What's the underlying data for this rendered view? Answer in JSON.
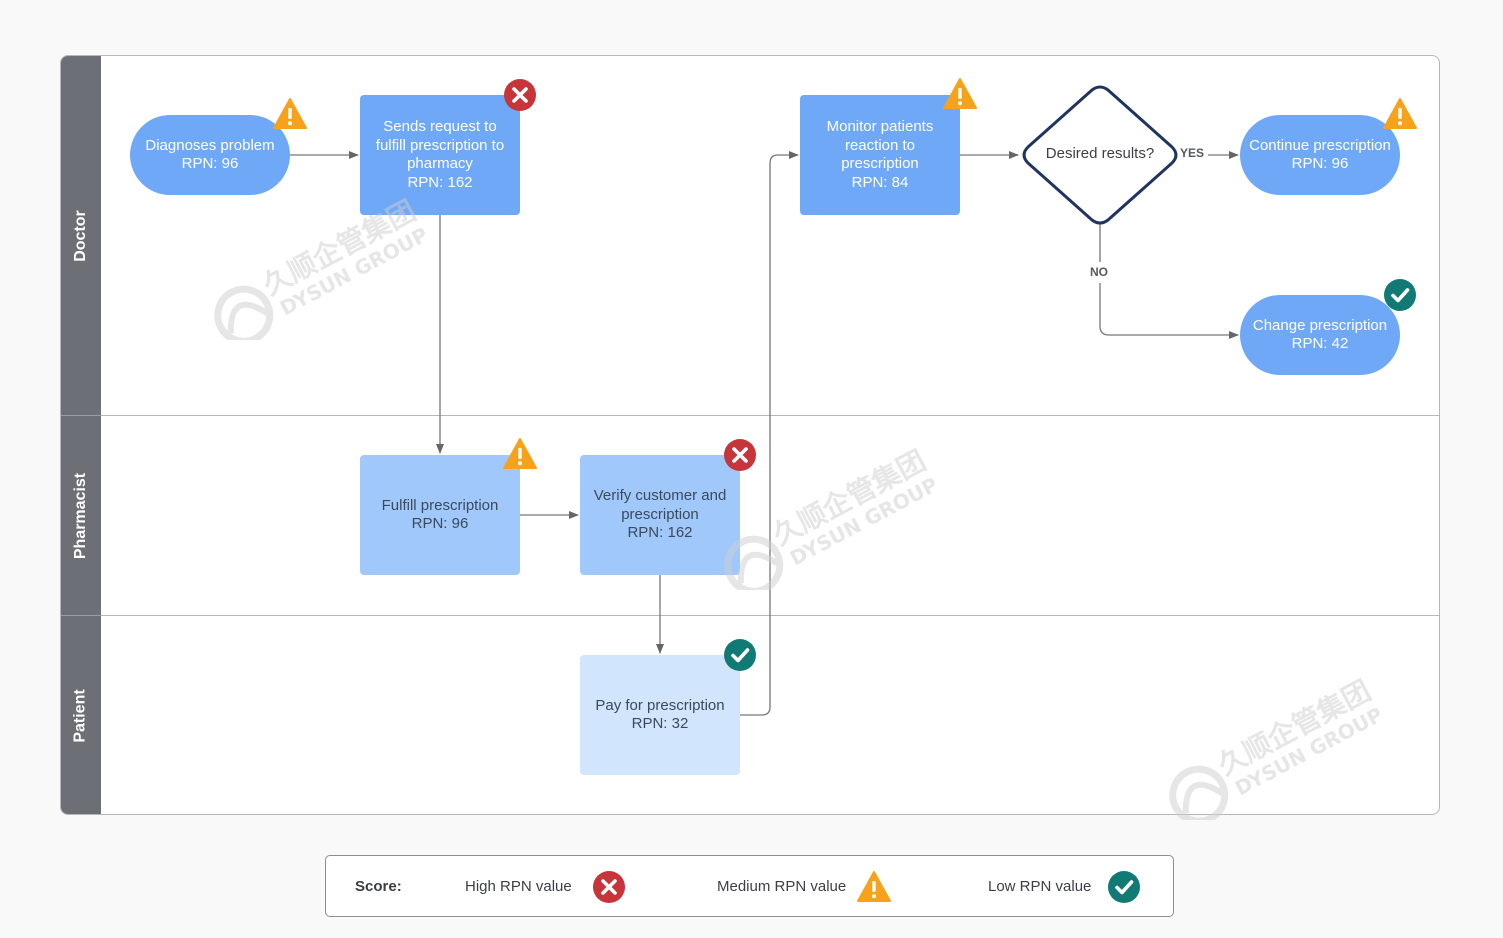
{
  "lanes": [
    {
      "name": "Doctor"
    },
    {
      "name": "Pharmacist"
    },
    {
      "name": "Patient"
    }
  ],
  "nodes": {
    "diagnoses": {
      "lines": [
        "Diagnoses problem",
        "RPN: 96"
      ],
      "score": "medium"
    },
    "sends_request": {
      "lines": [
        "Sends request to",
        "fulfill prescription to",
        "pharmacy",
        "RPN: 162"
      ],
      "score": "high"
    },
    "monitor": {
      "lines": [
        "Monitor patients",
        "reaction to",
        "prescription",
        "RPN: 84"
      ],
      "score": "medium"
    },
    "decision": {
      "lines": [
        "Desired results?"
      ]
    },
    "continue": {
      "lines": [
        "Continue prescription",
        "RPN: 96"
      ],
      "score": "medium"
    },
    "change": {
      "lines": [
        "Change prescription",
        "RPN: 42"
      ],
      "score": "low"
    },
    "fulfill": {
      "lines": [
        "Fulfill prescription",
        "RPN: 96"
      ],
      "score": "medium"
    },
    "verify": {
      "lines": [
        "Verify customer and",
        "prescription",
        "RPN: 162"
      ],
      "score": "high"
    },
    "pay": {
      "lines": [
        "Pay for prescription",
        "RPN: 32"
      ],
      "score": "low"
    }
  },
  "edge_labels": {
    "yes": "YES",
    "no": "NO"
  },
  "legend": {
    "title": "Score:",
    "high": "High RPN value",
    "medium": "Medium RPN value",
    "low": "Low RPN value"
  },
  "watermark": {
    "cn": "久顺企管集团",
    "en": "DYSUN GROUP"
  },
  "colors": {
    "high": "#c7343a",
    "medium": "#f7a21b",
    "low": "#117a74",
    "node_dark": "#6fa8f7",
    "node_mid": "#a0c8fb",
    "node_light": "#d1e5fd",
    "decision_stroke": "#1f3460",
    "lane_header": "#6c6f76"
  },
  "icons": {
    "high": "x-circle-icon",
    "medium": "warning-triangle-icon",
    "low": "check-circle-icon"
  }
}
